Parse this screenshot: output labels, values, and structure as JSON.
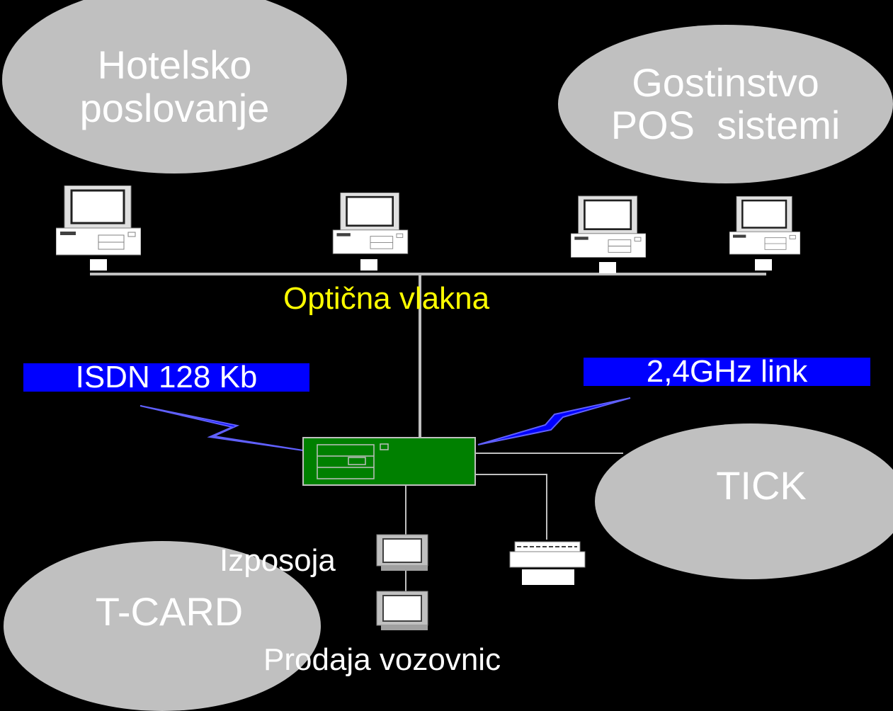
{
  "colors": {
    "background": "#000000",
    "ellipse_fill": "#c0c0c0",
    "ellipse_text": "#ffffff",
    "fiber_label": "#ffff00",
    "link_box": "#0000ff",
    "link_text": "#ffffff",
    "lightning": "#0000ff",
    "server": "#008000",
    "line": "#c0c0c0"
  },
  "ellipses": {
    "hotel": {
      "line1": "Hotelsko",
      "line2": "poslovanje"
    },
    "gostinstvo": {
      "line1": "Gostinstvo",
      "line2": "POS  sistemi"
    },
    "tick": {
      "line1": "TICK"
    },
    "tcard": {
      "line1": "T-CARD"
    }
  },
  "network": {
    "fiber_label": "Optična vlakna",
    "isdn_label": "ISDN 128 Kb",
    "ghz_label": "2,4GHz link"
  },
  "devices": {
    "izposoja_label": "Izposoja",
    "prodaja_label": "Prodaja vozovnic"
  }
}
